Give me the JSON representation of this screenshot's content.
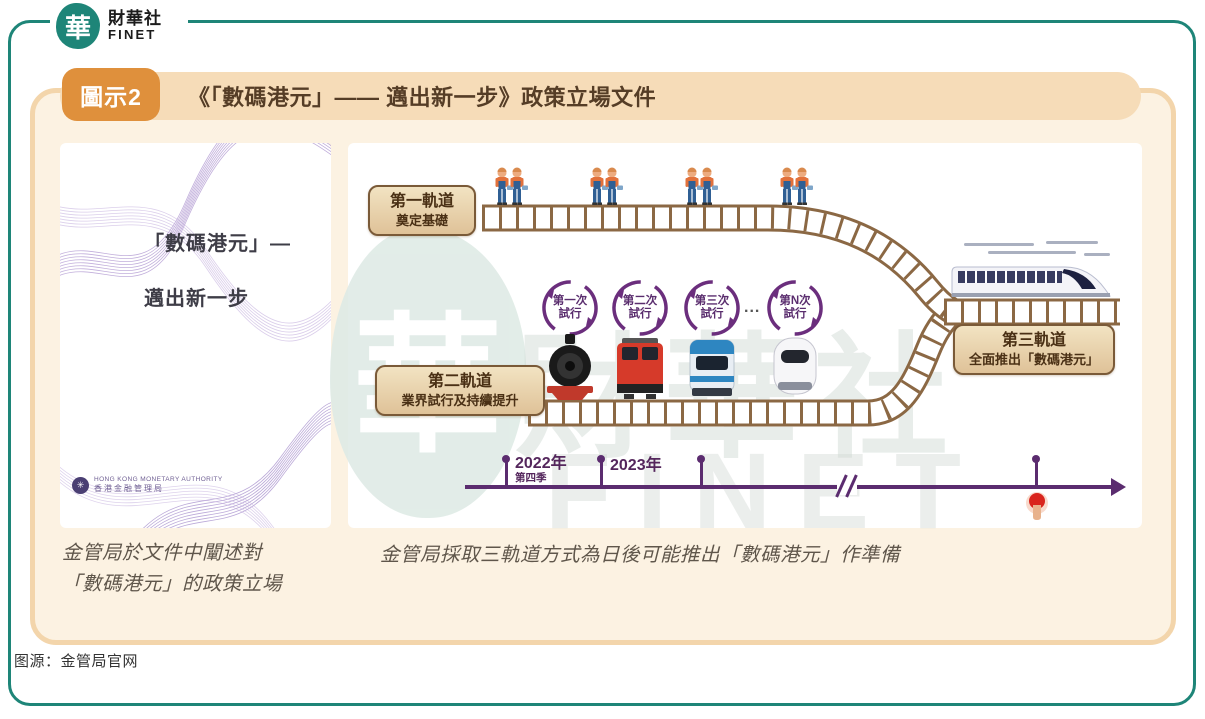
{
  "logo": {
    "glyph": "華",
    "name_zh": "財華社",
    "name_en": "FINET"
  },
  "header": {
    "badge": "圖示2",
    "title": "《「數碼港元」—— 邁出新一步》政策立場文件"
  },
  "document": {
    "title_line1": "「數碼港元」—",
    "title_line2": "邁出新一步",
    "authority_en": "HONG KONG MONETARY AUTHORITY",
    "authority_zh": "香港金融管理局",
    "emblem_glyph": "✳"
  },
  "diagram": {
    "track1": {
      "title": "第一軌道",
      "subtitle": "奠定基礎"
    },
    "track2": {
      "title": "第二軌道",
      "subtitle": "業界試行及持續提升"
    },
    "track3": {
      "title": "第三軌道",
      "subtitle": "全面推出「數碼港元」"
    },
    "trials": [
      {
        "l1": "第一次",
        "l2": "試行"
      },
      {
        "l1": "第二次",
        "l2": "試行"
      },
      {
        "l1": "第三次",
        "l2": "試行"
      },
      {
        "l1": "第N次",
        "l2": "試行"
      }
    ],
    "ellipsis": "...",
    "timeline": {
      "t1": "2022年",
      "t1_sub": "第四季",
      "t2": "2023年"
    }
  },
  "watermark": {
    "glyph": "華",
    "name_zh": "財華社",
    "name_en": "FINET"
  },
  "captions": {
    "left_line1": "金管局於文件中闡述對",
    "left_line2": "「數碼港元」的政策立場",
    "right": "金管局採取三軌道方式為日後可能推出「數碼港元」作準備"
  },
  "source": "图源：金管局官网",
  "colors": {
    "teal": "#1E8578",
    "badge_orange": "#DF903C",
    "header_band": "#F6DCB8",
    "frame_tan": "#F3D5AB",
    "content_cream": "#FCF2E2",
    "track_brown": "#8B6844",
    "trial_purple": "#6B2E7D",
    "timeline_purple": "#5B2C6F",
    "label_border": "#7A5A38"
  }
}
